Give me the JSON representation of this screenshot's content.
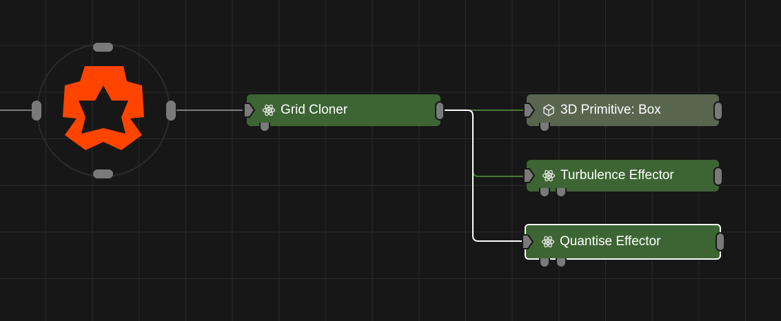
{
  "colors": {
    "canvas_bg": "#171717",
    "grid_line": "#2b2b2b",
    "logo_orange": "#ff4400",
    "effector_green": "#3d6533",
    "primitive_olive": "#5a6550",
    "port_gray": "#7a7a7a",
    "wire_gray": "#7d7d7d",
    "wire_green": "#4a7a3c",
    "selected_border": "#ffffff"
  },
  "root_node": {
    "icon": "flower-logo-icon"
  },
  "nodes": [
    {
      "id": "grid_cloner",
      "label": "Grid Cloner",
      "icon": "atom-icon",
      "state": "normal"
    },
    {
      "id": "primitive_box",
      "label": "3D Primitive: Box",
      "icon": "cube-icon",
      "state": "normal"
    },
    {
      "id": "turbulence",
      "label": "Turbulence Effector",
      "icon": "atom-icon",
      "state": "normal"
    },
    {
      "id": "quantise",
      "label": "Quantise Effector",
      "icon": "atom-icon",
      "state": "selected"
    }
  ],
  "connections": [
    {
      "from": "root_node",
      "to": "grid_cloner"
    },
    {
      "from": "grid_cloner",
      "to": "primitive_box"
    },
    {
      "from": "grid_cloner",
      "to": "turbulence"
    },
    {
      "from": "grid_cloner",
      "to": "quantise",
      "highlighted": true
    }
  ]
}
